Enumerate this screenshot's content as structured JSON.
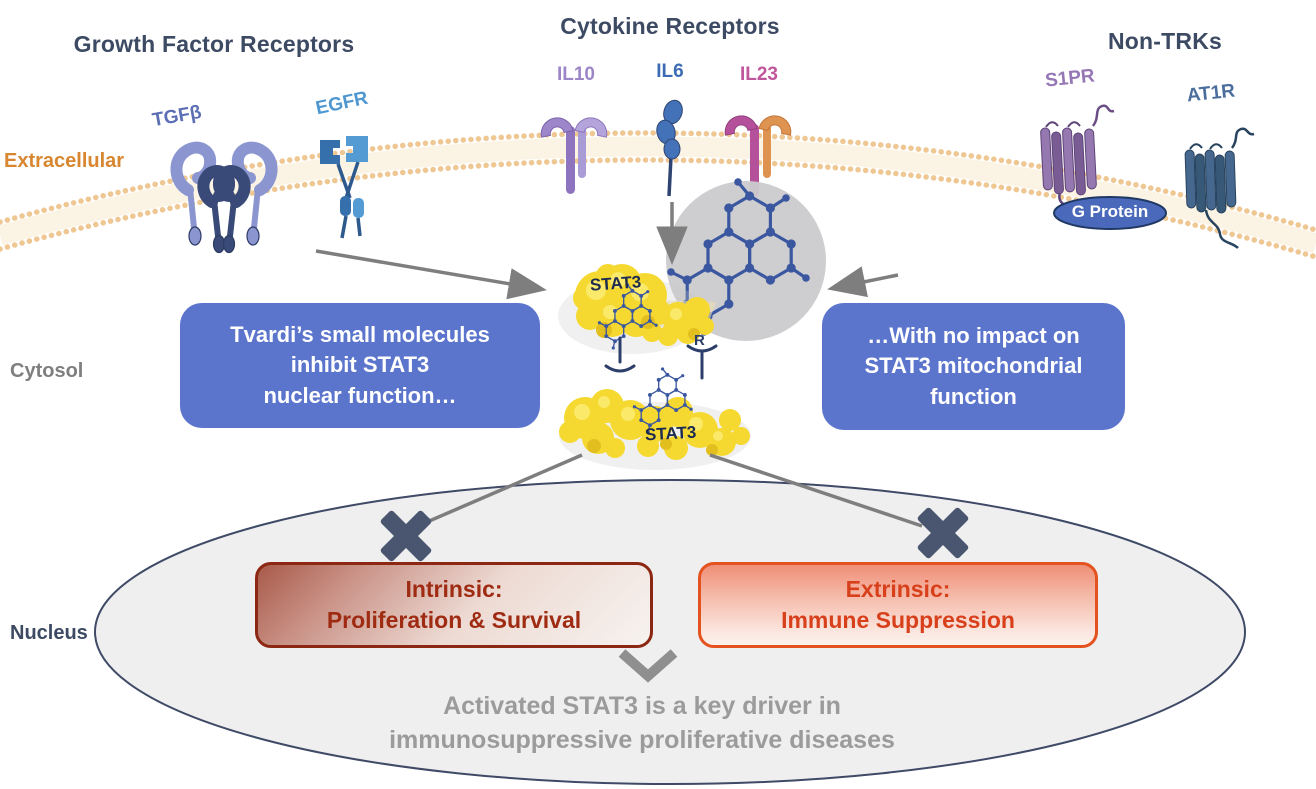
{
  "headers": {
    "growth_factor": "Growth Factor Receptors",
    "cytokine": "Cytokine Receptors",
    "non_trk": "Non-TRKs"
  },
  "regions": {
    "extracellular": "Extracellular",
    "cytosol": "Cytosol",
    "nucleus": "Nucleus"
  },
  "receptor_labels": {
    "tgfb": "TGFβ",
    "egfr": "EGFR",
    "il10": "IL10",
    "il6": "IL6",
    "il23": "IL23",
    "s1pr": "S1PR",
    "at1r": "AT1R"
  },
  "g_protein_label": "G Protein",
  "stat3": {
    "top_label": "STAT3",
    "bottom_label": "STAT3"
  },
  "molecule": {
    "r_substituent": "R"
  },
  "callout_left": {
    "line1": "Tvardi’s small molecules",
    "line2": "inhibit STAT3",
    "line3": "nuclear function…"
  },
  "callout_right": {
    "line1": "…With no impact on",
    "line2": "STAT3 mitochondrial",
    "line3": "function"
  },
  "outcome_intrinsic": {
    "line1": "Intrinsic:",
    "line2": "Proliferation & Survival"
  },
  "outcome_extrinsic": {
    "line1": "Extrinsic:",
    "line2": "Immune Suppression"
  },
  "conclusion": {
    "line1": "Activated STAT3 is a key driver in",
    "line2": "immunosuppressive proliferative diseases"
  },
  "icons": {
    "blocked_cross": "x-mark",
    "down_chevron": "chevron-down",
    "inhibition_bars": "inhibitor-t-bar",
    "membrane": "lipid-bilayer",
    "magnifier_circle": "molecule-zoom-circle"
  },
  "colors": {
    "header_text": "#3D4A63",
    "extracellular_label": "#D8862F",
    "cytosol_label": "#7F7F7F",
    "callout_blue": "#5C75CC",
    "membrane_beads": "#EFC793",
    "nucleus_fill": "#EFEFF0",
    "nucleus_border": "#3E4A66",
    "cross_mark": "#4A566F",
    "stat3_yellow": "#F5D930",
    "molecule_blue": "#3A57A0",
    "intrinsic_border": "#8B2713",
    "extrinsic_border": "#E4531F",
    "g_protein_fill": "#4A69BA",
    "arrow_gray": "#7E7E7E"
  }
}
